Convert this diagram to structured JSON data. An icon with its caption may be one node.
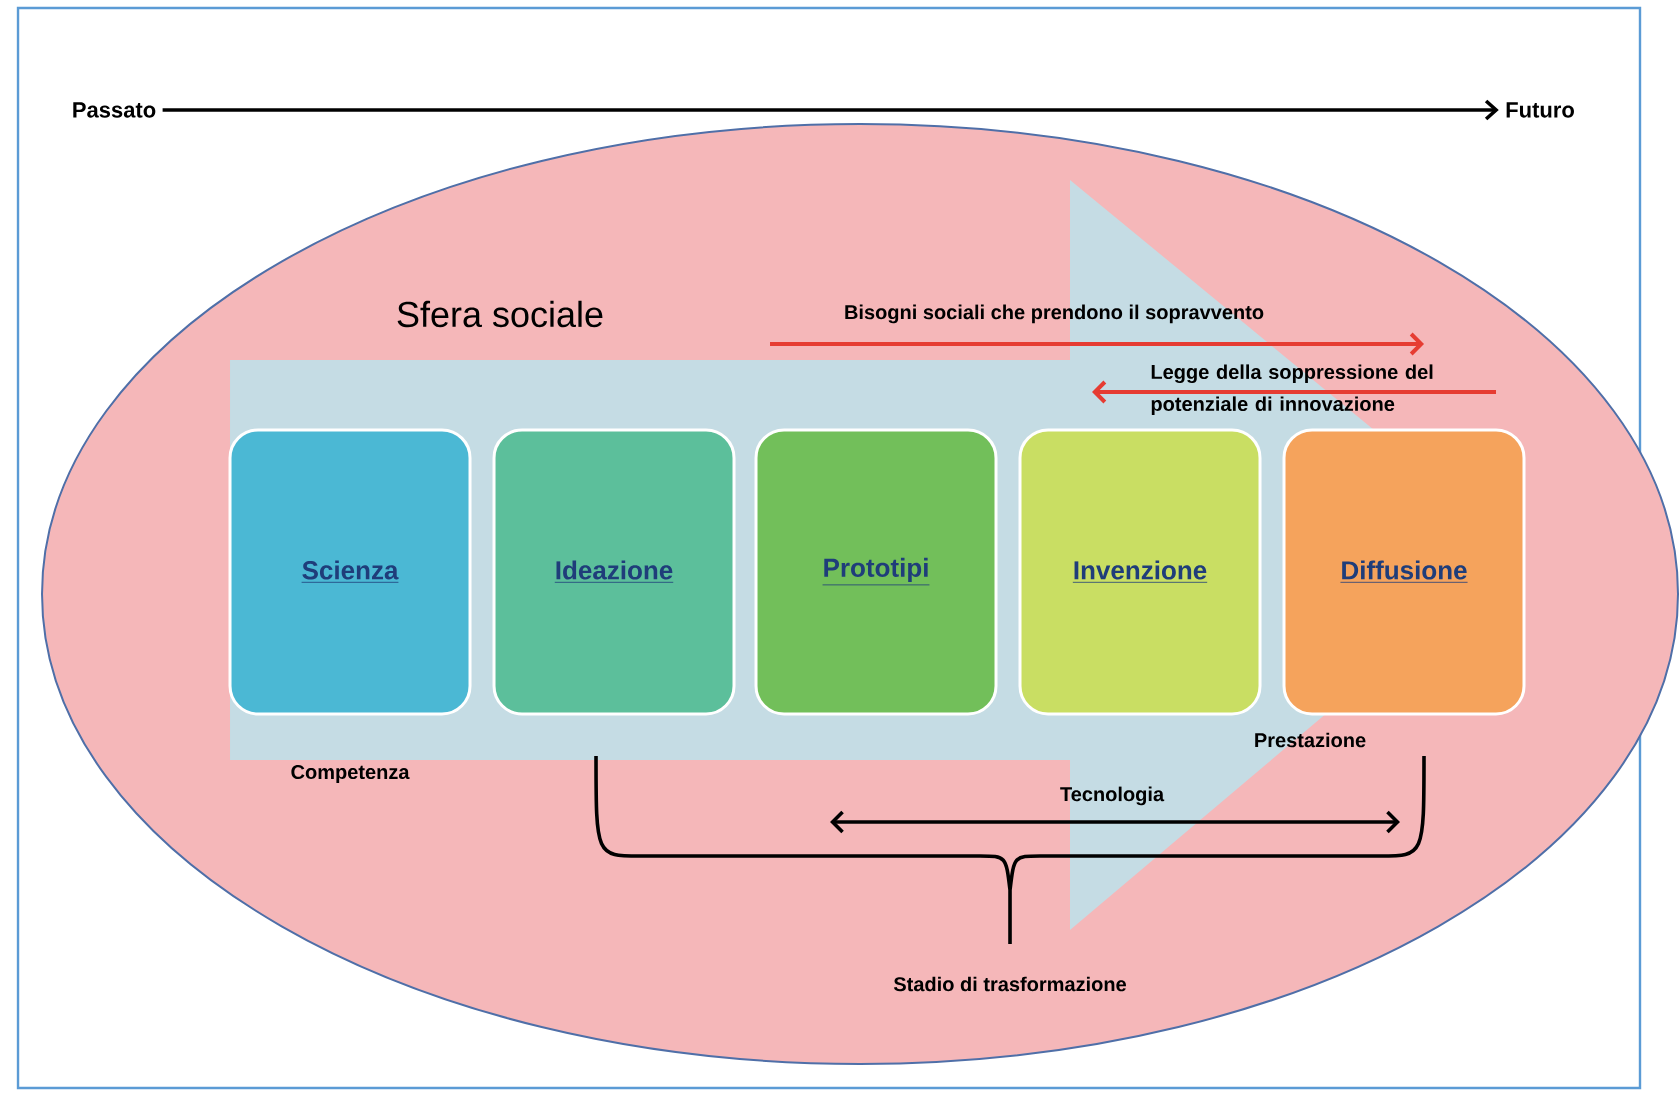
{
  "diagram": {
    "nodes": [
      {
        "text": [
          "Passato"
        ]
      },
      {
        "text": [
          "Futuro"
        ]
      },
      {
        "text": [
          "Sfera sociale"
        ]
      },
      {
        "text": [
          "Scienza"
        ],
        "in": 2
      },
      {
        "text": [
          "Ideazione"
        ],
        "in": 2
      },
      {
        "text": [
          "Prototipi"
        ],
        "in": 2
      },
      {
        "text": [
          "Invenzione"
        ],
        "in": 2
      },
      {
        "text": [
          "Diffusione"
        ],
        "in": 2
      }
    ],
    "edges": [
      {
        "from": 0,
        "to": 1,
        "arrow": "to"
      },
      {
        "from": 3,
        "to": 7,
        "arrow": "to"
      }
    ],
    "labels": [
      "Bisogni sociali che prendono il sopravvento",
      "Legge della soppressione del potenziale di innovazione",
      "Prestazione",
      "Competenza",
      "Tecnologia",
      "Stadio di trasformazione"
    ]
  }
}
